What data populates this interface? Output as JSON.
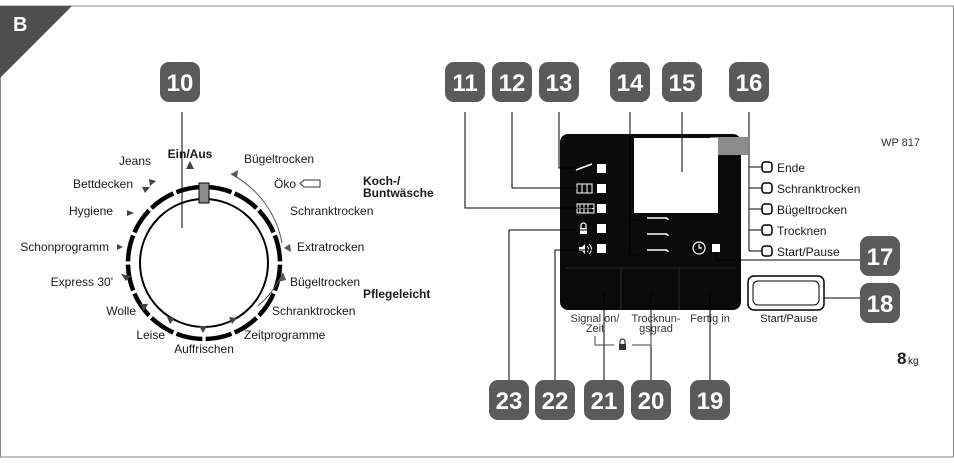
{
  "section_letter": "B",
  "model": "WP 817",
  "capacity": {
    "value": "8",
    "unit": "kg"
  },
  "dial": {
    "top_label": "Ein/Aus",
    "left_programs": [
      "Jeans",
      "Bettdecken",
      "Hygiene",
      "Schonprogramm",
      "Express 30'",
      "Wolle",
      "Leise",
      "Auffrischen"
    ],
    "right_programs": [
      "Bügeltrocken",
      "Öko",
      "Schranktrocken",
      "Extratrocken",
      "Bügeltrocken",
      "Schranktrocken",
      "Zeitprogramme"
    ],
    "group_labels": [
      "Koch-/",
      "Buntwäsche",
      "Pflegeleicht"
    ]
  },
  "callouts": [
    "10",
    "11",
    "12",
    "13",
    "14",
    "15",
    "16",
    "17",
    "18",
    "19",
    "20",
    "21",
    "22",
    "23"
  ],
  "status_list": [
    "Ende",
    "Schranktrocken",
    "Bügeltrocken",
    "Trocknen",
    "Start/Pause"
  ],
  "buttons": {
    "signal": [
      "Signal on/",
      "Zeit"
    ],
    "dryness": [
      "Trocknun-",
      "gsgrad"
    ],
    "finish": "Fertig in",
    "start": "Start/Pause"
  },
  "colors": {
    "callout": "#5a5a5a",
    "panel": "#0a0a0a",
    "accent": "#8c8c8c"
  }
}
